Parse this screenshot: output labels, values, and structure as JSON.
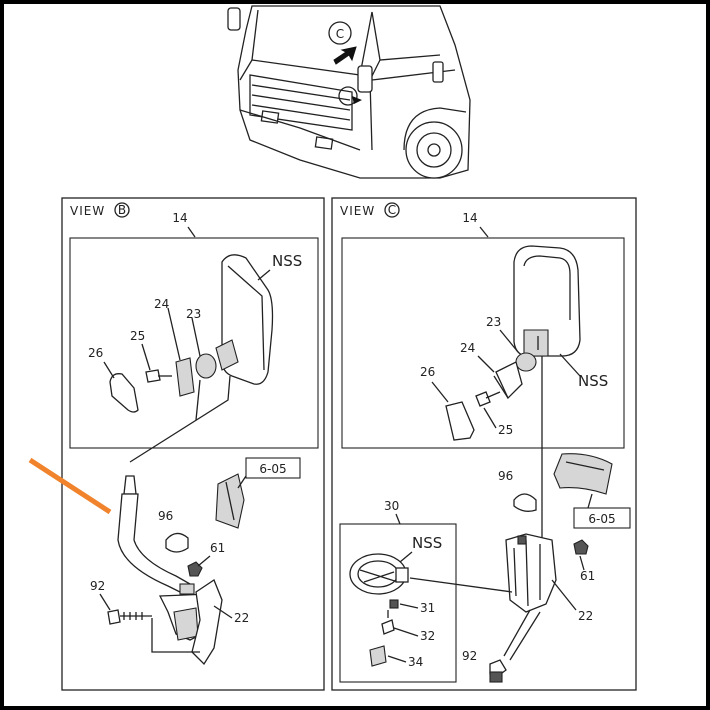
{
  "truck": {
    "view_marker": "C"
  },
  "view_b": {
    "title": "VIEW",
    "marker": "B",
    "labels": {
      "mirror": "14",
      "nss": "NSS",
      "cover": "26",
      "screw": "25",
      "bracket_a": "24",
      "bracket_b": "23",
      "ref_box": "6-05",
      "cap": "96",
      "nut": "61",
      "bolt": "92",
      "stay": "22"
    }
  },
  "view_c": {
    "title": "VIEW",
    "marker": "C",
    "labels": {
      "mirror": "14",
      "nss": "NSS",
      "bracket_b": "23",
      "bracket_a": "24",
      "cover": "26",
      "screw": "25",
      "cap": "96",
      "ref_box": "6-05",
      "sub_assy": "30",
      "sub_nss": "NSS",
      "nut": "61",
      "sub_31": "31",
      "sub_32": "32",
      "stay": "22",
      "sub_34": "34",
      "bolt": "92"
    }
  },
  "colors": {
    "highlight_arrow": "#f0832c",
    "line": "#222222",
    "frame": "#000000"
  }
}
